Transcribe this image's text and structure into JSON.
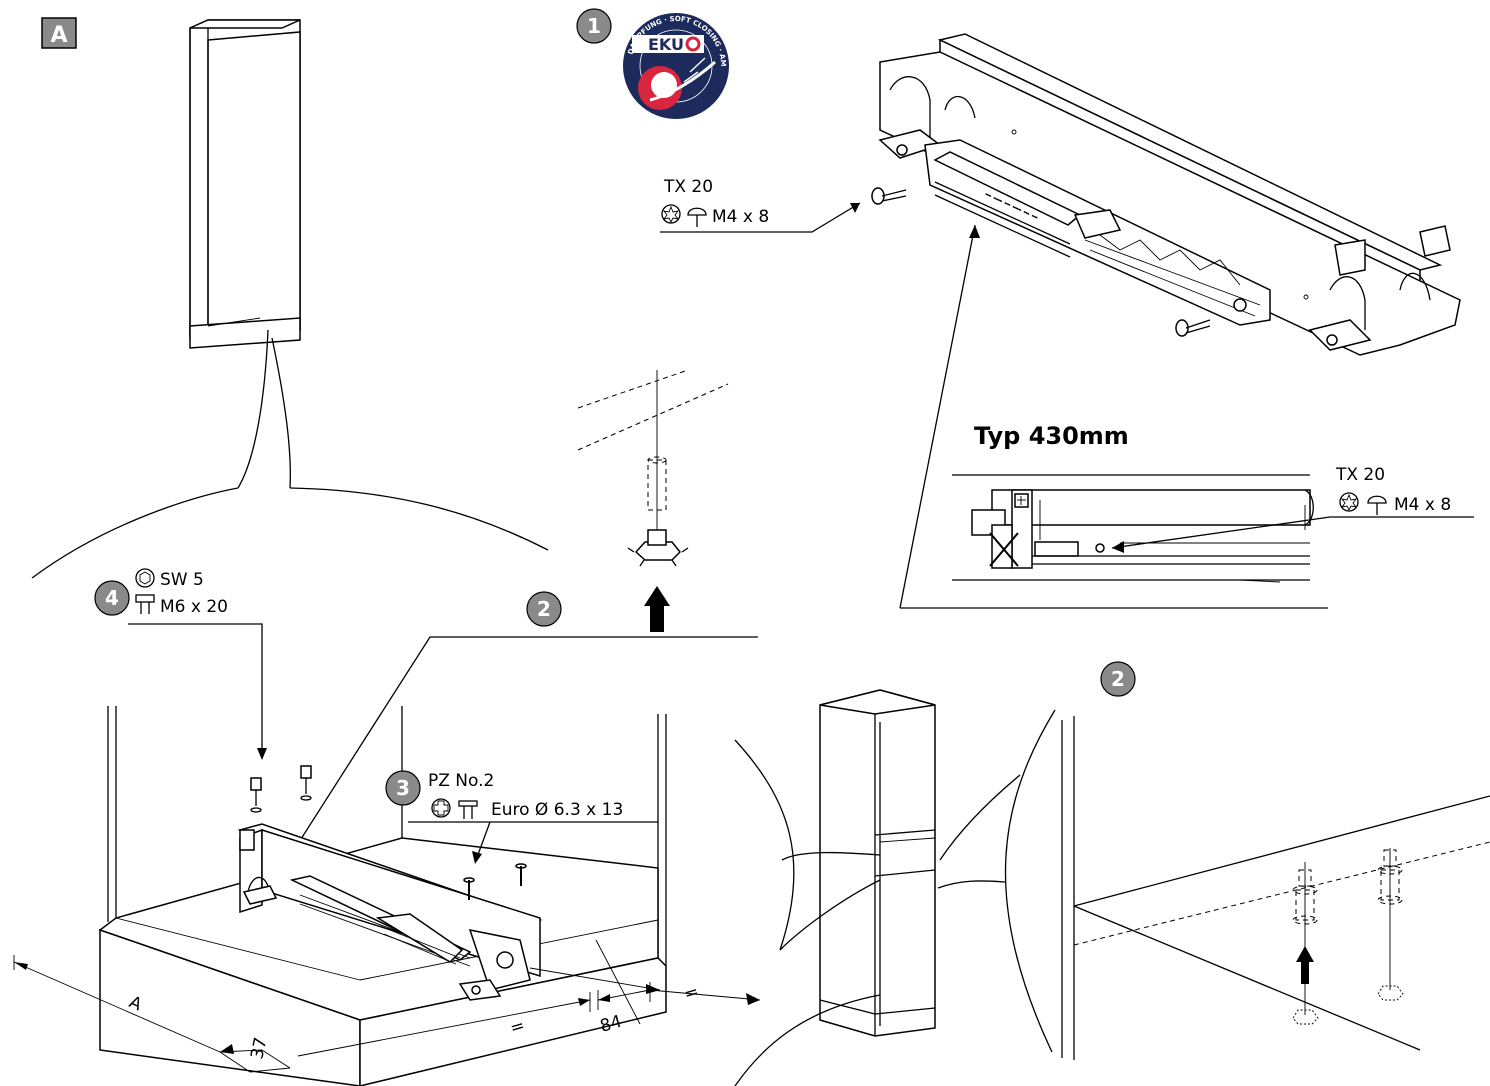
{
  "section_label": "A",
  "logo": {
    "brand": "EKU",
    "ring_text": "DAMPFUNG · SOFT CLOSING · AMORTISSEMENT",
    "colors": {
      "ring": "#1d2a5c",
      "accent": "#d7263d",
      "text": "#ffffff"
    }
  },
  "steps": {
    "s1": "1",
    "s2a": "2",
    "s2b": "2",
    "s3": "3",
    "s4": "4"
  },
  "callouts": {
    "screw_top": {
      "drive": "TX 20",
      "size": "M4 x 8"
    },
    "screw_detail": {
      "drive": "TX 20",
      "size": "M4 x 8"
    },
    "bolt": {
      "drive": "SW 5",
      "size": "M6 x 20"
    },
    "wood_screw": {
      "drive": "PZ No.2",
      "size": "Euro Ø 6.3 x 13"
    }
  },
  "detail_title": "Typ 430mm",
  "dimensions": {
    "a": "A",
    "d37": "37",
    "d84": "84",
    "eq1": "=",
    "eq2": "="
  },
  "icons": [
    "torx-icon",
    "pan-head-screw-icon",
    "hex-icon",
    "hex-head-screw-icon",
    "phillips-icon",
    "flat-head-screw-icon"
  ],
  "colors": {
    "badge": "#8a8a8a",
    "line": "#000000"
  }
}
